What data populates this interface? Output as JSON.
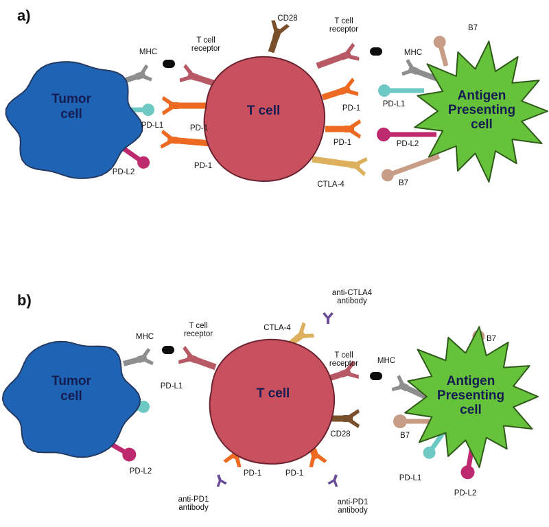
{
  "colors": {
    "tumor": "#1f64b4",
    "tcell": "#c8505f",
    "apc": "#66c23a",
    "mhc": "#8e8e8e",
    "tcr": "#b85a66",
    "peptide": "#0d0d0d",
    "pd1": "#ec6a22",
    "pdl1": "#6ec9c4",
    "pdl2": "#be2a6e",
    "ctla4": "#ddb05e",
    "cd28": "#7a4f2b",
    "b7": "#c79d87",
    "antibody": "#6a4c95"
  },
  "panel_a": {
    "label": "a)",
    "tumor_label": [
      "Tumor",
      "cell"
    ],
    "tcell_label": "T cell",
    "apc_label": [
      "Antigen",
      "Presenting",
      "cell"
    ],
    "labels": {
      "mhc_left": "MHC",
      "tcr_left": [
        "T cell",
        "receptor"
      ],
      "pdl1_left": "PD-L1",
      "pd1_upper_left": "PD-1",
      "pdl2_left": "PD-L2",
      "pd1_lower_left": "PD-1",
      "cd28": "CD28",
      "tcr_right": [
        "T cell",
        "receptor"
      ],
      "mhc_right": "MHC",
      "b7_top": "B7",
      "pd1_upper_right": "PD-1",
      "pdl1_right": "PD-L1",
      "pd1_lower_right": "PD-1",
      "pdl2_right": "PD-L2",
      "ctla4": "CTLA-4",
      "b7_bottom": "B7"
    }
  },
  "panel_b": {
    "label": "b)",
    "tumor_label": [
      "Tumor",
      "cell"
    ],
    "tcell_label": "T cell",
    "apc_label": [
      "Antigen",
      "Presenting",
      "cell"
    ],
    "labels": {
      "mhc_left": "MHC",
      "tcr_left": [
        "T cell",
        "receptor"
      ],
      "pdl1_left": "PD-L1",
      "pdl2_left": "PD-L2",
      "anti_ctla4": [
        "anti-CTLA4",
        "antibody"
      ],
      "ctla4": "CTLA-4",
      "tcr_right": [
        "T cell",
        "receptor"
      ],
      "mhc_right": "MHC",
      "cd28": "CD28",
      "b7_right": "B7",
      "b7_top": "B7",
      "pdl1_right": "PD-L1",
      "pdl2_right": "PD-L2",
      "pd1_left": "PD-1",
      "pd1_right": "PD-1",
      "anti_pd1_left": [
        "anti-PD1",
        "antibody"
      ],
      "anti_pd1_right": [
        "anti-PD1",
        "antibody"
      ]
    }
  }
}
